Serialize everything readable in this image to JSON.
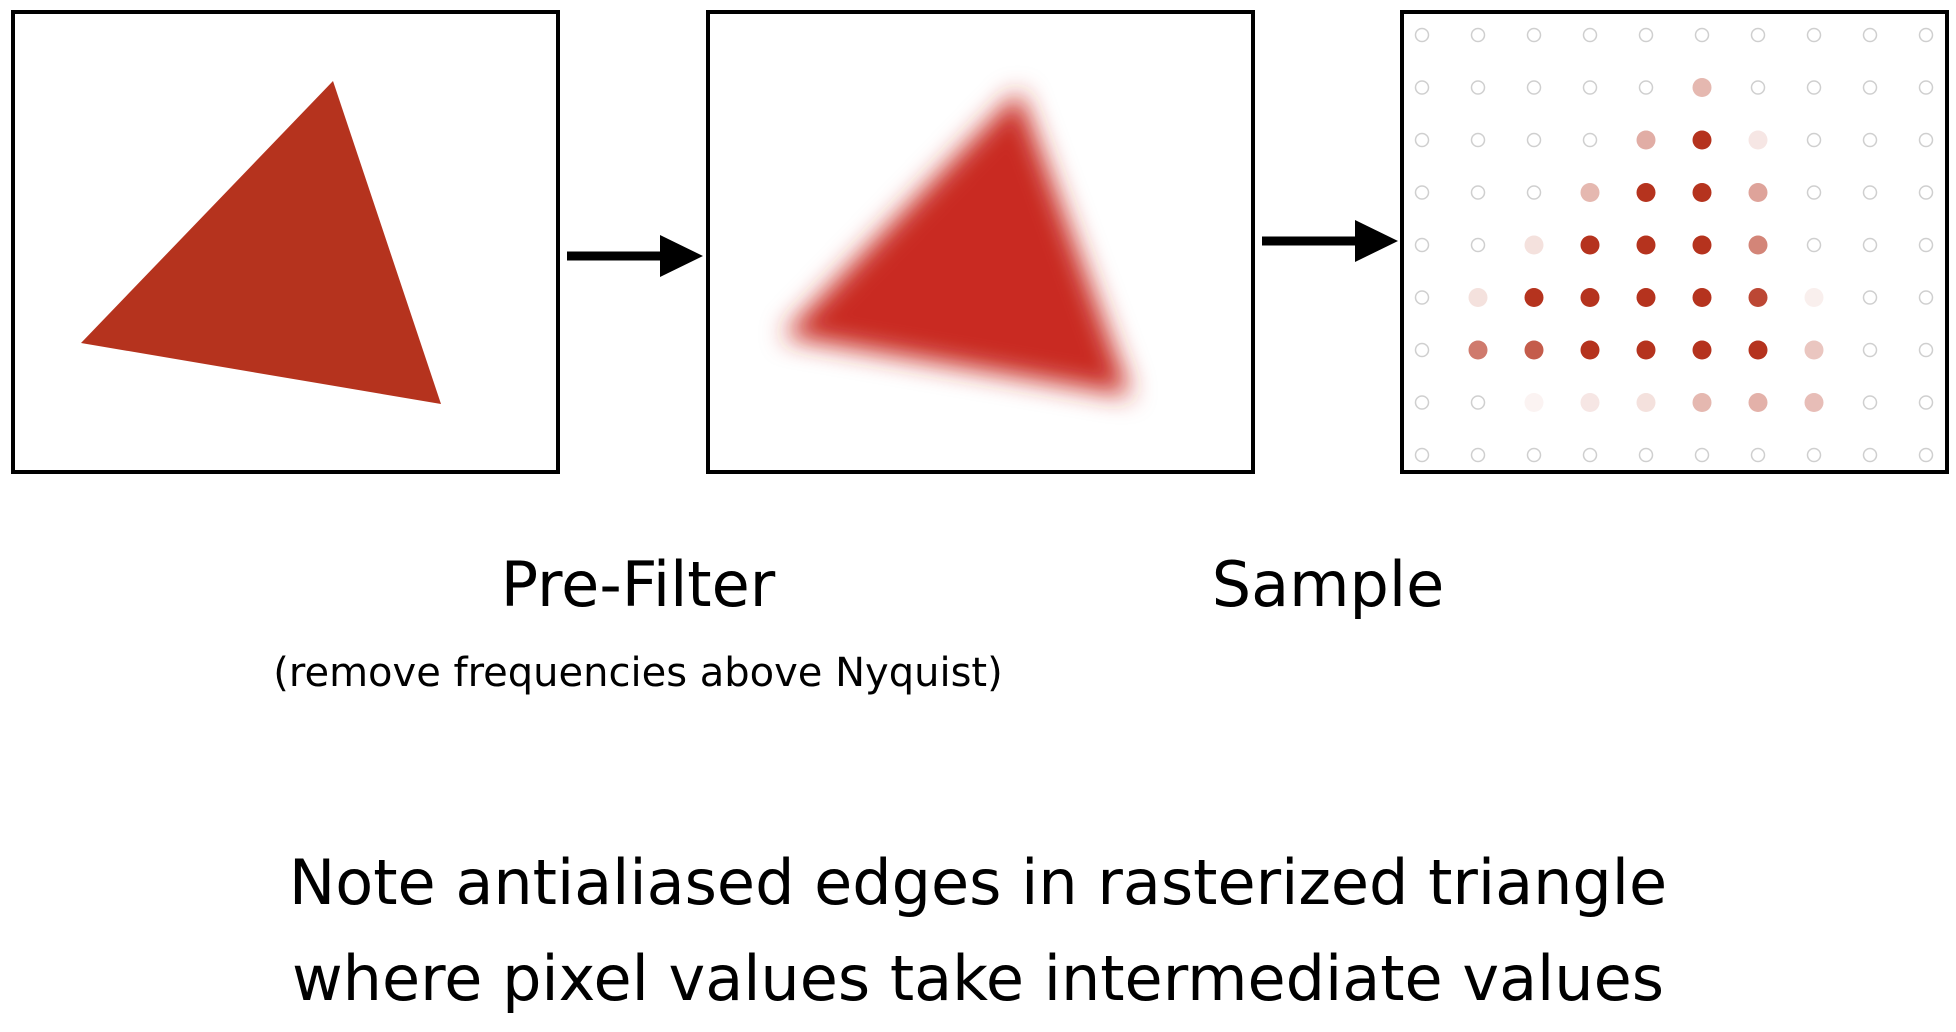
{
  "labels": {
    "prefilter_title": "Pre-Filter",
    "prefilter_subtitle": "(remove frequencies above Nyquist)",
    "sample_title": "Sample"
  },
  "note": {
    "line1": "Note antialiased edges in rasterized triangle",
    "line2": "where pixel values take intermediate values"
  },
  "colors": {
    "triangle": "#b5331e",
    "blurred_triangle": "#c92b20",
    "sample_dot": "#b5331e",
    "empty_dot_stroke": "#cfcfcf",
    "frame": "#000000",
    "arrow": "#000000"
  },
  "sample_grid": {
    "rows": 9,
    "cols": 10,
    "intensity": [
      [
        0,
        0,
        0,
        0,
        0,
        0,
        0,
        0,
        0,
        0
      ],
      [
        0,
        0,
        0,
        0,
        0,
        0.35,
        0,
        0,
        0,
        0
      ],
      [
        0,
        0,
        0,
        0,
        0.4,
        1,
        0.12,
        0,
        0,
        0
      ],
      [
        0,
        0,
        0,
        0.35,
        1,
        1,
        0.45,
        0,
        0,
        0
      ],
      [
        0,
        0,
        0.15,
        1,
        1,
        1,
        0.6,
        0,
        0,
        0
      ],
      [
        0,
        0.15,
        1,
        1,
        1,
        1,
        0.9,
        0.08,
        0,
        0
      ],
      [
        0,
        0.65,
        0.8,
        1,
        1,
        1,
        1,
        0.28,
        0,
        0
      ],
      [
        0,
        0,
        0.06,
        0.12,
        0.15,
        0.35,
        0.38,
        0.32,
        0,
        0
      ],
      [
        0,
        0,
        0,
        0,
        0,
        0,
        0,
        0,
        0,
        0
      ]
    ]
  }
}
